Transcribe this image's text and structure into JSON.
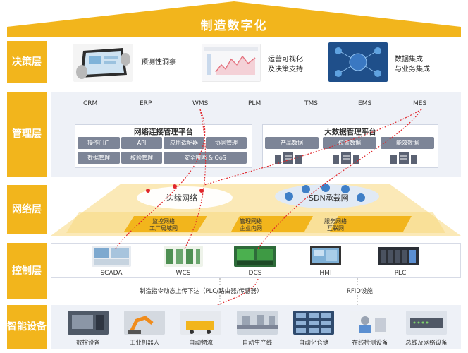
{
  "banner": {
    "title": "制造数字化"
  },
  "layers": {
    "decision": "决策层",
    "management": "管理层",
    "network": "网络层",
    "control": "控制层",
    "smart": "智能设备"
  },
  "decision": {
    "items": [
      "预测性洞察",
      "运营可视化\n及决策支持",
      "数据集成\n与业务集成"
    ]
  },
  "systems": [
    "CRM",
    "ERP",
    "WMS",
    "PLM",
    "TMS",
    "EMS",
    "MES"
  ],
  "platform_left": {
    "title": "网络连接管理平台",
    "chips": [
      "操作门户",
      "API",
      "应用适配器",
      "协同管理",
      "数据管理",
      "校验管理",
      "安全策略 & QoS"
    ]
  },
  "platform_right": {
    "title": "大数据管理平台",
    "chips": [
      "产品数据",
      "位置数据",
      "能效数据"
    ]
  },
  "network": {
    "edge": "边缘网络",
    "sdn": "SDN承载网",
    "labels": [
      "监控网络\n工厂局域网",
      "管理网络\n企业内网",
      "服务网络\n互联网"
    ]
  },
  "control": {
    "devices": [
      "SCADA",
      "WCS",
      "DCS",
      "HMI",
      "PLC"
    ],
    "note_left": "制造指令动态上传下达（PLC/路由器/传感器）",
    "note_right": "RFID设施"
  },
  "smart": {
    "devices": [
      "数控设备",
      "工业机器人",
      "自动物流",
      "自动生产线",
      "自动化仓储",
      "在线检测设备",
      "总线及网络设备"
    ]
  },
  "colors": {
    "accent": "#f2b51c",
    "band": "#eef1f7",
    "chip": "#7d8597",
    "arrow": "#e0262b"
  }
}
